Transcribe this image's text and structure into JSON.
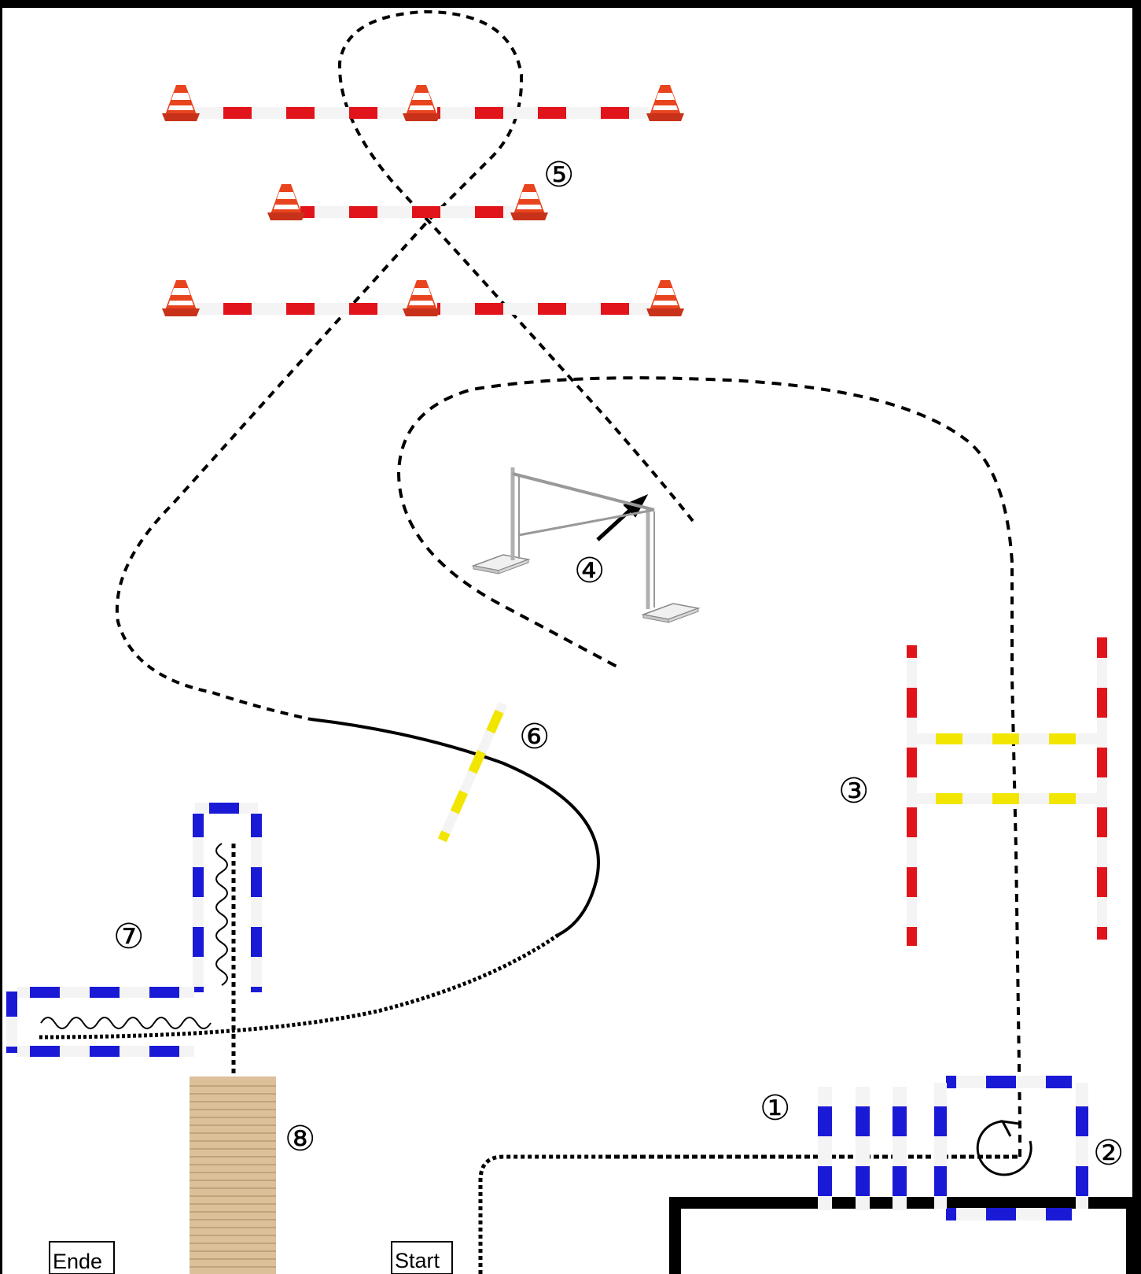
{
  "colors": {
    "background": "#ffffff",
    "frame": "#000000",
    "pole_red": "#e2141b",
    "pole_blue": "#1a1ad6",
    "pole_yellow": "#f2e600",
    "cone_orange": "#e8441e",
    "board_wood": "#dcc09a"
  },
  "obstacles": [
    {
      "number": "①",
      "icon": "ground-poles"
    },
    {
      "number": "②",
      "icon": "square-box-turn"
    },
    {
      "number": "③",
      "icon": "double-gate"
    },
    {
      "number": "④",
      "icon": "hanging-gate"
    },
    {
      "number": "⑤",
      "icon": "cone-poles-figure-eight"
    },
    {
      "number": "⑥",
      "icon": "single-pole"
    },
    {
      "number": "⑦",
      "icon": "l-shaped-backup"
    },
    {
      "number": "⑧",
      "icon": "wooden-bridge"
    }
  ],
  "labels": {
    "start": "Start",
    "end": "Ende"
  }
}
